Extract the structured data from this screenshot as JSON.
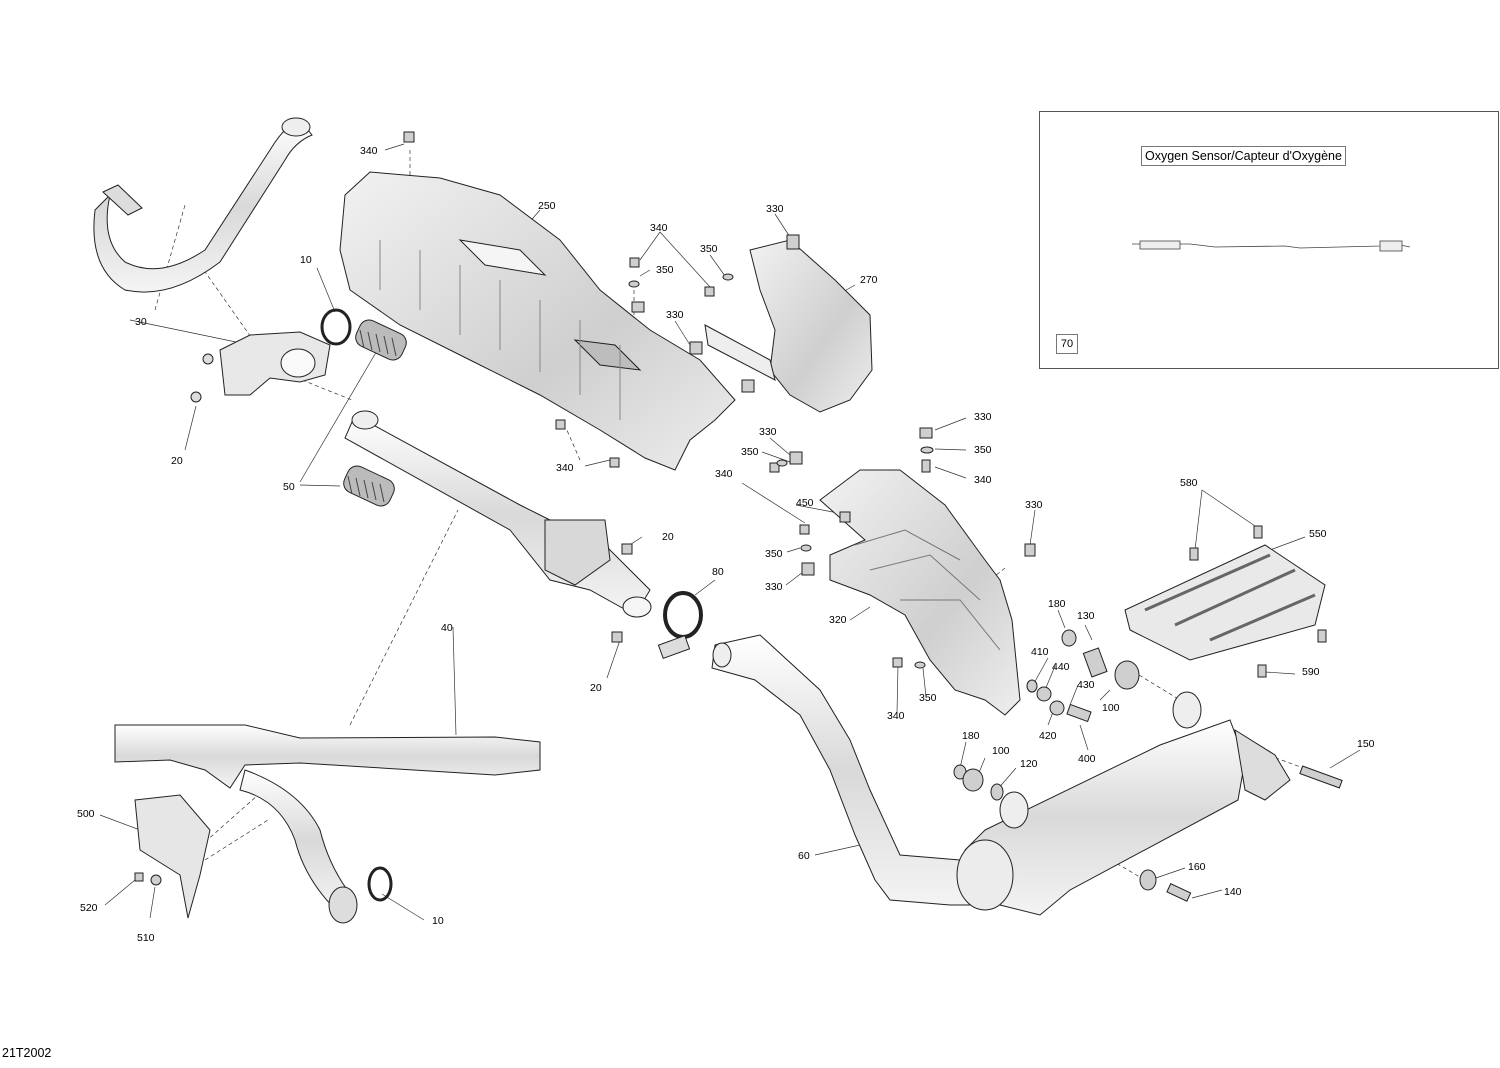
{
  "drawing_ref": "21T2002",
  "inset": {
    "title": "Oxygen Sensor/Capteur d'Oxygène",
    "part_number": "70"
  },
  "callouts": [
    {
      "id": "c340a",
      "text": "340"
    },
    {
      "id": "c250",
      "text": "250"
    },
    {
      "id": "c340b",
      "text": "340"
    },
    {
      "id": "c350a",
      "text": "350"
    },
    {
      "id": "c350b",
      "text": "350"
    },
    {
      "id": "c330a",
      "text": "330"
    },
    {
      "id": "c330b",
      "text": "330"
    },
    {
      "id": "c270",
      "text": "270"
    },
    {
      "id": "c10a",
      "text": "10"
    },
    {
      "id": "c30",
      "text": "30"
    },
    {
      "id": "c20a",
      "text": "20"
    },
    {
      "id": "c50",
      "text": "50"
    },
    {
      "id": "c330c",
      "text": "330"
    },
    {
      "id": "c350c",
      "text": "350"
    },
    {
      "id": "c340c",
      "text": "340"
    },
    {
      "id": "c340d",
      "text": "340"
    },
    {
      "id": "c330d",
      "text": "330"
    },
    {
      "id": "c350d",
      "text": "350"
    },
    {
      "id": "c340e",
      "text": "340"
    },
    {
      "id": "c450",
      "text": "450"
    },
    {
      "id": "c20b",
      "text": "20"
    },
    {
      "id": "c330e",
      "text": "330"
    },
    {
      "id": "c350e",
      "text": "350"
    },
    {
      "id": "c330f",
      "text": "330"
    },
    {
      "id": "c80",
      "text": "80"
    },
    {
      "id": "c320",
      "text": "320"
    },
    {
      "id": "c40",
      "text": "40"
    },
    {
      "id": "c20c",
      "text": "20"
    },
    {
      "id": "c580",
      "text": "580"
    },
    {
      "id": "c550",
      "text": "550"
    },
    {
      "id": "c180a",
      "text": "180"
    },
    {
      "id": "c130",
      "text": "130"
    },
    {
      "id": "c410",
      "text": "410"
    },
    {
      "id": "c440",
      "text": "440"
    },
    {
      "id": "c430",
      "text": "430"
    },
    {
      "id": "c100a",
      "text": "100"
    },
    {
      "id": "c590",
      "text": "590"
    },
    {
      "id": "c340f",
      "text": "340"
    },
    {
      "id": "c350f",
      "text": "350"
    },
    {
      "id": "c420",
      "text": "420"
    },
    {
      "id": "c400",
      "text": "400"
    },
    {
      "id": "c150",
      "text": "150"
    },
    {
      "id": "c180b",
      "text": "180"
    },
    {
      "id": "c100b",
      "text": "100"
    },
    {
      "id": "c120",
      "text": "120"
    },
    {
      "id": "c500",
      "text": "500"
    },
    {
      "id": "c60",
      "text": "60"
    },
    {
      "id": "c160",
      "text": "160"
    },
    {
      "id": "c140",
      "text": "140"
    },
    {
      "id": "c520",
      "text": "520"
    },
    {
      "id": "c510",
      "text": "510"
    },
    {
      "id": "c10b",
      "text": "10"
    }
  ]
}
